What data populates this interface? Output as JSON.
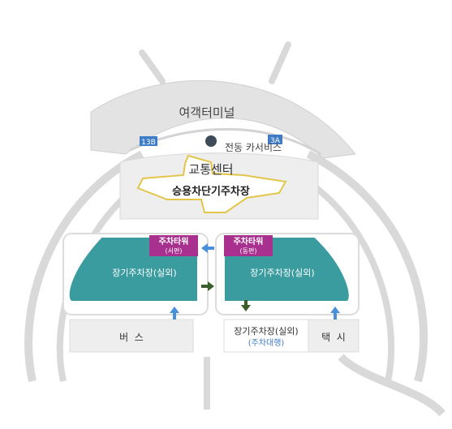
{
  "terminal": {
    "label": "여객터미널"
  },
  "gates": [
    {
      "label": "13B",
      "color": "#3f7cc6"
    },
    {
      "label": "3A",
      "color": "#3f7cc6"
    }
  ],
  "electric_car_service": {
    "label": "전동 카서비스",
    "icon": "location-dot-icon"
  },
  "transport_center": {
    "label": "교통센터",
    "sublabel": "승용차단기주차장",
    "outline_color": "#e2c64a"
  },
  "parking_towers": [
    {
      "label": "주차타워",
      "sub": "(서편)",
      "color": "#a8308f"
    },
    {
      "label": "주차타워",
      "sub": "(동편)",
      "color": "#a8308f"
    }
  ],
  "long_term_lots": [
    {
      "label": "장기주차장(실외)",
      "color": "#3a9c9f"
    },
    {
      "label": "장기주차장(실외)",
      "color": "#3a9c9f"
    }
  ],
  "bottom_zones": {
    "bus": "버  스",
    "valet_title": "장기주차장(실외)",
    "valet_sub": "(주차대행)",
    "taxi": "택  시",
    "valet_sub_color": "#3f7cc6"
  },
  "arrows": [
    {
      "icon": "arrow-left-icon",
      "color": "#4a90d9"
    },
    {
      "icon": "arrow-right-icon",
      "color": "#3a5e2a"
    },
    {
      "icon": "arrow-up-icon",
      "color": "#4a90d9"
    },
    {
      "icon": "arrow-down-icon",
      "color": "#3a5e2a"
    },
    {
      "icon": "arrow-up-icon",
      "color": "#4a90d9"
    }
  ]
}
